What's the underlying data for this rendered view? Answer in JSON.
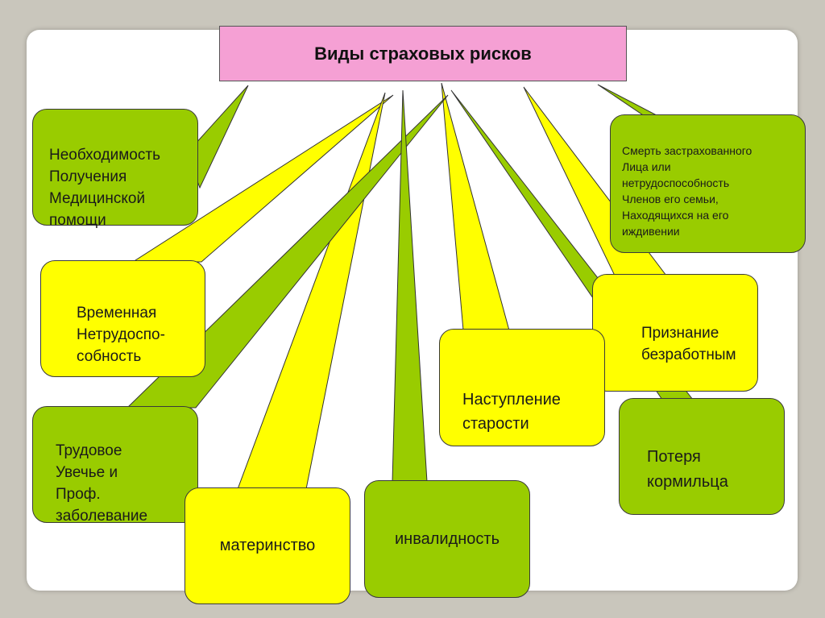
{
  "title": "Виды страховых рисков",
  "colors": {
    "title_bg": "#f5a0d4",
    "green": "#99cc00",
    "yellow": "#ffff00",
    "slide_bg": "#c9c6bc"
  },
  "risks": [
    {
      "id": "medical",
      "text": "Необходимость\nПолучения\nМедицинской\nпомощи",
      "color": "green"
    },
    {
      "id": "survivor_condition",
      "text": "Смерть застрахованного\nЛица или\nнетрудоспособность\nЧленов его семьи,\nНаходящихся на его\nиждивении",
      "color": "green"
    },
    {
      "id": "temp_disability",
      "text": "Временная\nНетрудоспо-\nсобность",
      "color": "yellow"
    },
    {
      "id": "unemployed",
      "text": "Признание\nбезработным",
      "color": "yellow"
    },
    {
      "id": "old_age",
      "text": "Наступление\nстарости",
      "color": "yellow"
    },
    {
      "id": "injury",
      "text": "Трудовое\nУвечье и\nПроф.\nзаболевание",
      "color": "green"
    },
    {
      "id": "breadwinner",
      "text": "Потеря\nкормильца",
      "color": "green"
    },
    {
      "id": "maternity",
      "text": "материнство",
      "color": "yellow"
    },
    {
      "id": "disability",
      "text": "инвалидность",
      "color": "green"
    }
  ]
}
